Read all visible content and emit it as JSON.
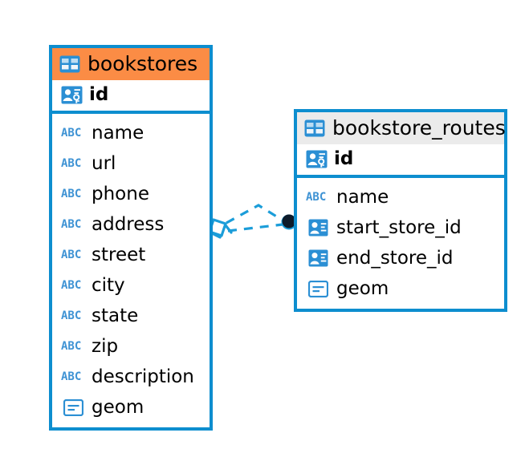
{
  "diagram": {
    "type": "entity-relationship-diagram",
    "background": "#ffffff",
    "accent_color": "#0d8ecf",
    "header_highlight_color": "#fb8c45",
    "header_default_color": "#ebebeb",
    "icon_color": "#3f93d4",
    "connector_color": "#1b9dd9",
    "connector_endpoint_color": "#0d1b2a"
  },
  "entities": [
    {
      "id": "bookstores",
      "title": "bookstores",
      "title_icon": "table-icon",
      "header_style": "orange",
      "primary_key": {
        "name": "id",
        "icon": "primary-key-icon"
      },
      "fields": [
        {
          "name": "name",
          "icon": "text-type-icon",
          "icon_label": "ABC"
        },
        {
          "name": "url",
          "icon": "text-type-icon",
          "icon_label": "ABC"
        },
        {
          "name": "phone",
          "icon": "text-type-icon",
          "icon_label": "ABC"
        },
        {
          "name": "address",
          "icon": "text-type-icon",
          "icon_label": "ABC"
        },
        {
          "name": "street",
          "icon": "text-type-icon",
          "icon_label": "ABC"
        },
        {
          "name": "city",
          "icon": "text-type-icon",
          "icon_label": "ABC"
        },
        {
          "name": "state",
          "icon": "text-type-icon",
          "icon_label": "ABC"
        },
        {
          "name": "zip",
          "icon": "text-type-icon",
          "icon_label": "ABC"
        },
        {
          "name": "description",
          "icon": "text-type-icon",
          "icon_label": "ABC"
        },
        {
          "name": "geom",
          "icon": "geometry-type-icon"
        }
      ]
    },
    {
      "id": "bookstore_routes",
      "title": "bookstore_routes",
      "title_icon": "table-icon",
      "header_style": "grey",
      "primary_key": {
        "name": "id",
        "icon": "primary-key-icon"
      },
      "fields": [
        {
          "name": "name",
          "icon": "text-type-icon",
          "icon_label": "ABC"
        },
        {
          "name": "start_store_id",
          "icon": "foreign-key-icon"
        },
        {
          "name": "end_store_id",
          "icon": "foreign-key-icon"
        },
        {
          "name": "geom",
          "icon": "geometry-type-icon"
        }
      ]
    }
  ],
  "relationship": {
    "from_entity": "bookstores",
    "to_entity": "bookstore_routes",
    "from_marker": "many-diamond-marker",
    "to_marker": "filled-circle-marker",
    "line_style": "dashed"
  }
}
